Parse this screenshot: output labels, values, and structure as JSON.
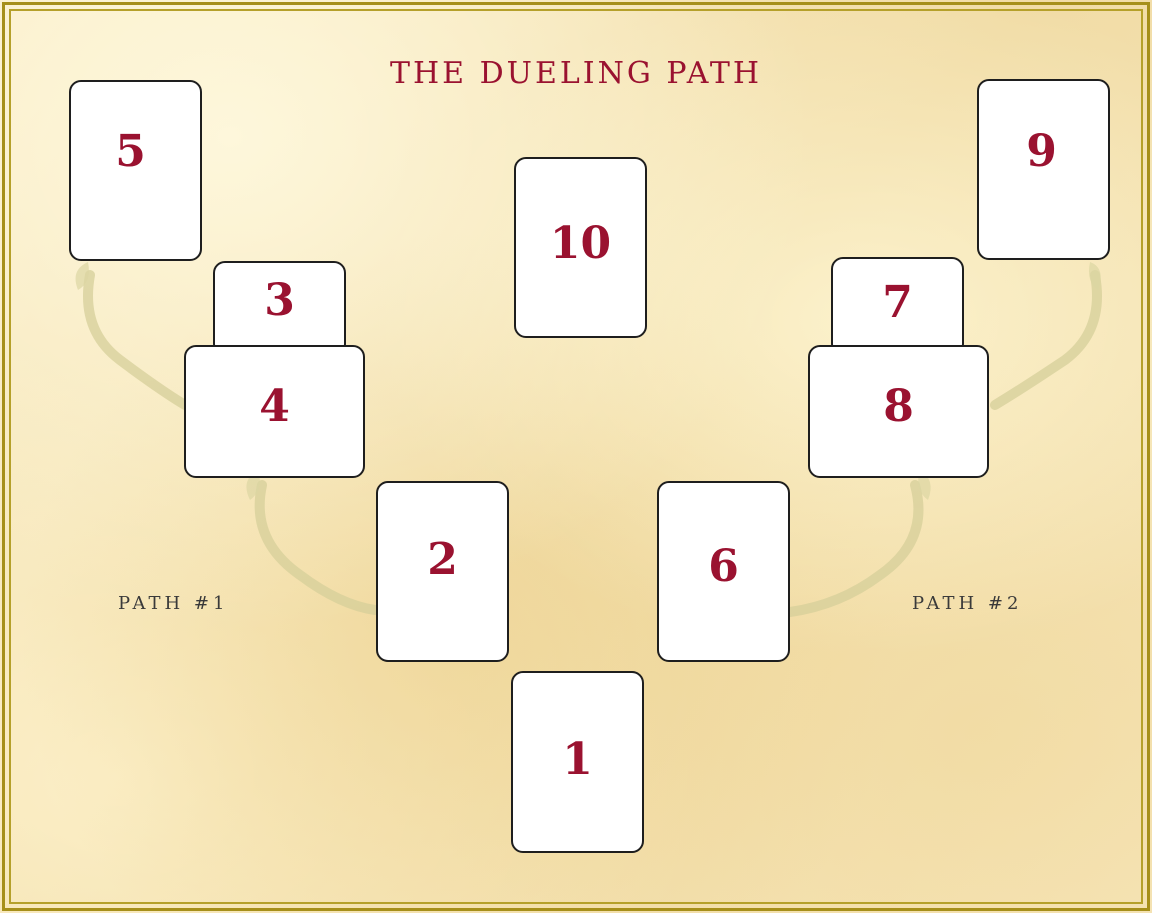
{
  "title": "The Dueling Path",
  "cards": {
    "c1": "1",
    "c2": "2",
    "c3": "3",
    "c4": "4",
    "c5": "5",
    "c6": "6",
    "c7": "7",
    "c8": "8",
    "c9": "9",
    "c10": "10"
  },
  "labels": {
    "path1": "path #1",
    "path2": "path #2"
  },
  "colors": {
    "accent": "#9a1230",
    "border": "#a68f1a",
    "background": "#f3e3b4"
  }
}
